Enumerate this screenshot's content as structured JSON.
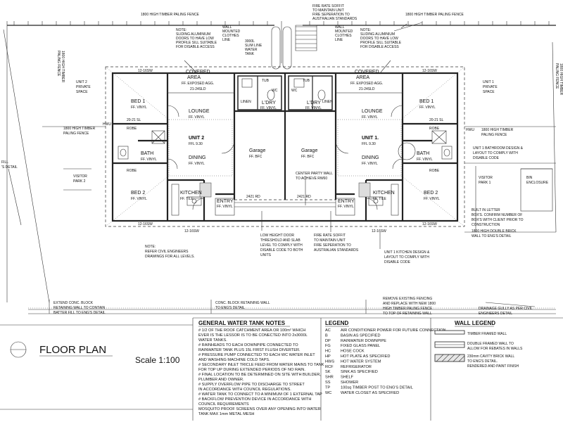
{
  "title": "FLOOR PLAN",
  "scale": "Scale 1:100",
  "top": {
    "fence_left": "1800 HIGH TIMBER PALING FENCE",
    "fence_right": "1800 HIGH TIMBER PALING FENCE",
    "fire_soffit": [
      "FIRE RATE SOFFIT",
      "TO MAINTAIN UNIT",
      "FIRE SEPERATION TO",
      "AUSTRALIAN STANDARDS"
    ],
    "door_note_left": [
      "NOTE:",
      "SLIDING ALUMINIUM",
      "DOORS TO HAVE LOW",
      "PROFILE SILL SUITABLE",
      "FOR DISABLE ACCESS"
    ],
    "door_note_right": [
      "NOTE:",
      "SLIDING ALUMINIUM",
      "DOORS TO HAVE LOW",
      "PROFILE SILL SUITABLE",
      "FOR DISABLE ACCESS"
    ],
    "clothes_left": [
      "WALL",
      "MOUNTED",
      "CLOTHES",
      "LINE"
    ],
    "clothes_right": [
      "WALL",
      "MOUNTED",
      "CLOTHES",
      "LINE"
    ],
    "tank": [
      "3000L",
      "SLIM LINE",
      "WATER",
      "TANK"
    ]
  },
  "unit2": {
    "covered": "COVERED",
    "area": "AREA",
    "covered_finish": "FF. EXPOSED AGG.",
    "covered_dim": "21-24SLD",
    "private": [
      "UNIT 2",
      "PRIVATE",
      "SPACE"
    ],
    "bed1": "BED 1",
    "bed1_ff": "FF. VINYL",
    "lounge": "LOUNGE",
    "lounge_ff": "FF. VINYL",
    "unit": "UNIT 2",
    "ffl": "FFL 9.30",
    "dining": "DINING",
    "dining_ff": "FF. VINYL",
    "bath": "BATH",
    "bath_ff": "FF. VINYL",
    "robe1": "ROBE",
    "robe2": "ROBE",
    "bed2": "BED 2",
    "bed2_ff": "FF. VINYL",
    "kitchen": "KITCHEN",
    "kitchen_ff": "FF. TILE",
    "entry": "ENTRY",
    "entry_ff": "FF. VINYL",
    "ldry": "L'DRY",
    "ldry_ff": "FF. VINYL",
    "wc": "WC",
    "tub": "TUB",
    "linen": "LINEN",
    "garage": "Garage",
    "garage_ff": "FF. BFC",
    "visitor": [
      "VISITOR",
      "PARK 2"
    ],
    "fence": [
      "1800 HIGH TIMBER",
      "PALING FENCE"
    ],
    "hwu": "HWU"
  },
  "unit1": {
    "covered": "COVERED",
    "area": "AREA",
    "covered_finish": "FF. EXPOSED AGG.",
    "covered_dim": "21-24SLD",
    "private": [
      "UNIT 1",
      "PRIVATE",
      "SPACE"
    ],
    "bed1": "BED 1",
    "bed1_ff": "FF. VINYL",
    "lounge": "LOUNGE",
    "lounge_ff": "FF. VINYL",
    "unit": "UNIT 1.",
    "ffl": "FFL 9.30",
    "dining": "DINING",
    "dining_ff": "FF. VINYL",
    "bath": "BATH",
    "bath_ff": "FF. VINYL",
    "robe1": "ROBE",
    "robe2": "ROBE",
    "bed2": "BED 2",
    "bed2_ff": "FF. VINYL",
    "kitchen": "KITCHEN",
    "kitchen_ff": "FF. TILE",
    "entry": "ENTRY",
    "entry_ff": "FF. VINYL",
    "ldry": "L'DRY",
    "ldry_ff": "FF. VINYL",
    "wc": "WC",
    "tub": "TUB",
    "linen": "LINEN",
    "garage": "Garage",
    "garage_ff": "FF. BFC",
    "visitor": [
      "VISITOR",
      "PARK 1"
    ],
    "fence": [
      "1800 HIGH TIMBER",
      "PALING FENCE"
    ],
    "hwu": "HWU",
    "bin": [
      "BIN",
      "ENCLOSURE"
    ]
  },
  "notes": {
    "party_wall": [
      "CENTER PARTY WALL",
      "TO ACHIEVE RW60"
    ],
    "low_door": [
      "LOW HEIGHT DOOR",
      "THRESHOLD AND SLAB",
      "LEVEL TO COMPLY WITH",
      "DISABLE CODE TO BOTH",
      "UNITS"
    ],
    "fire_soffit_bottom": [
      "FIRE RATE SOFFIT",
      "TO MAINTAIN UNIT",
      "FIRE SEPERATION TO",
      "AUSTRALIAN STANDARDS"
    ],
    "civil": [
      "NOTE:",
      "REFER CIVIL ENGINEERS",
      "DRAWINGS FOR ALL LEVELS."
    ],
    "kitchen_design": [
      "UNIT 1 KITCHEN DESIGN &",
      "LAYOUT TO COMPLY WITH",
      "DISABLE CODE"
    ],
    "bath_design": [
      "UNIT 1 BATHROOM DESIGN &",
      "LAYOUT TO COMPLY WITH",
      "DISABLE CODE"
    ],
    "letter_box": [
      "BUILT IN LETTER",
      "BOX'S. CONFIRM NUMBER OF",
      "BOX'S WITH CLIENT PRIOR TO",
      "CONSTRUCTION"
    ],
    "brick_wall": [
      "1800 HIGH DOUBLE BRICK",
      "WALL TO ENG'S DETAIL"
    ],
    "fill": [
      "FILL",
      "'S DETAIL"
    ],
    "extend_block": [
      "EXTEND CONC. BLOCK",
      "RETAINING WALL TO CONTAIN",
      "BATTER FILL TO ENG'S DETAIL"
    ],
    "conc_block": [
      "CONC. BLOCK RETAINING WALL",
      "TO ENG'S DETAIL"
    ],
    "remove_fence": [
      "REMOVE EXISTING FENCING",
      "AND REPLACE WITH NEW 1800",
      "HIGH TIMBER PALING FENCE",
      "TO TOP OF RETAINING WALL"
    ],
    "drainage": [
      "DRAINAGE GULLY AS PER CIVIL",
      "ENGINEERS DETAIL"
    ],
    "paling_side": [
      "1800 HIGH TIMBER",
      "PALING FENCE"
    ]
  },
  "dims": {
    "rd_left": "2421 RD",
    "rd_right": "2421 RD",
    "sw": "12-16SW",
    "sl": "20-21 SL"
  },
  "water_notes": {
    "heading": "GENERAL WATER TANK NOTES",
    "lines": [
      "# 1/2 OF THE ROOF CATCHMENT AREA OR 100m² WHICH",
      "EVER IS THE LESSOR IS TO BE CONECTED INTO 2x3000L",
      "WATER TANKS.",
      "# RAINHEADS TO EACH DOWNPIPE CONNECTED TO",
      "RAINWATER TANK PLUS 15L FIRST FLUSH DIVERTER.",
      "# PRESSURE PUMP CONNECTED TO EACH WC WATER INLET",
      "AND WASHING MACHINE COLD TAPS.",
      "# SECONDARY INLET TRICLE FEED FROM WATER MAINS TO TANK",
      "FOR TOP UP DURING EXTENDED PERIODS OF NO RAIN.",
      "# FINAL LOCATION TO BE DETERMINED ON SITE WITH BUILDER,",
      "PLUMBER AND OWNER.",
      "# SUPPLY OVERFLOW PIPE TO DISCHARGE TO STREET",
      "IN ACCORDANCE WITH COUNCIL REGULATIONS.",
      "# WATER TANK TO CONNECT TO A MINIMUM OF 1 EXTERNAL TAP",
      "# BACKFLOW PREVENTION DEVICE IN ACCORDANCE WITH",
      "COUNCIL REQUIREMENTS",
      "MOSQUITO PROOF SCREENS OVER ANY OPENING INTO WATER",
      "TANK MAX 1mm METAL MESH"
    ]
  },
  "legend": {
    "heading": "LEGEND",
    "items": [
      {
        "code": "AC",
        "desc": "AIR CONDITIONER POWER FOR FUTURE CONNECTION"
      },
      {
        "code": "B",
        "desc": "BASIN AS SPECIFIED"
      },
      {
        "code": "DP",
        "desc": "RAINWATER DOWNPIPE"
      },
      {
        "code": "FG",
        "desc": "FIXED GLASS PANEL"
      },
      {
        "code": "HC",
        "desc": "HOSE COCK"
      },
      {
        "code": "HP",
        "desc": "HOT PLATE AS SPECIFIED"
      },
      {
        "code": "HWS",
        "desc": "HOT WATER SYSTEM"
      },
      {
        "code": "RCF",
        "desc": "REFRIGERATOR"
      },
      {
        "code": "SK",
        "desc": "SINK AS SPECIFIED"
      },
      {
        "code": "SHR",
        "desc": "SHELF"
      },
      {
        "code": "SS",
        "desc": "SHOWER"
      },
      {
        "code": "TP",
        "desc": "100sq TIMBER POST TO ENG'S DETAIL"
      },
      {
        "code": "WC",
        "desc": "WATER CLOSET AS SPECIFIED"
      }
    ]
  },
  "wall_legend": {
    "heading": "WALL LEGEND",
    "items": [
      [
        "TIMBER FRAMED WALL"
      ],
      [
        "DOUBLE FRAMED WALL TO",
        "ALLOW FOR REBATES IN WALLS"
      ],
      [
        "230mm CAVITY BRICK WALL",
        "TO ENG'S DETAIL.",
        "RENDERED AND PAINT FINISH"
      ]
    ]
  }
}
